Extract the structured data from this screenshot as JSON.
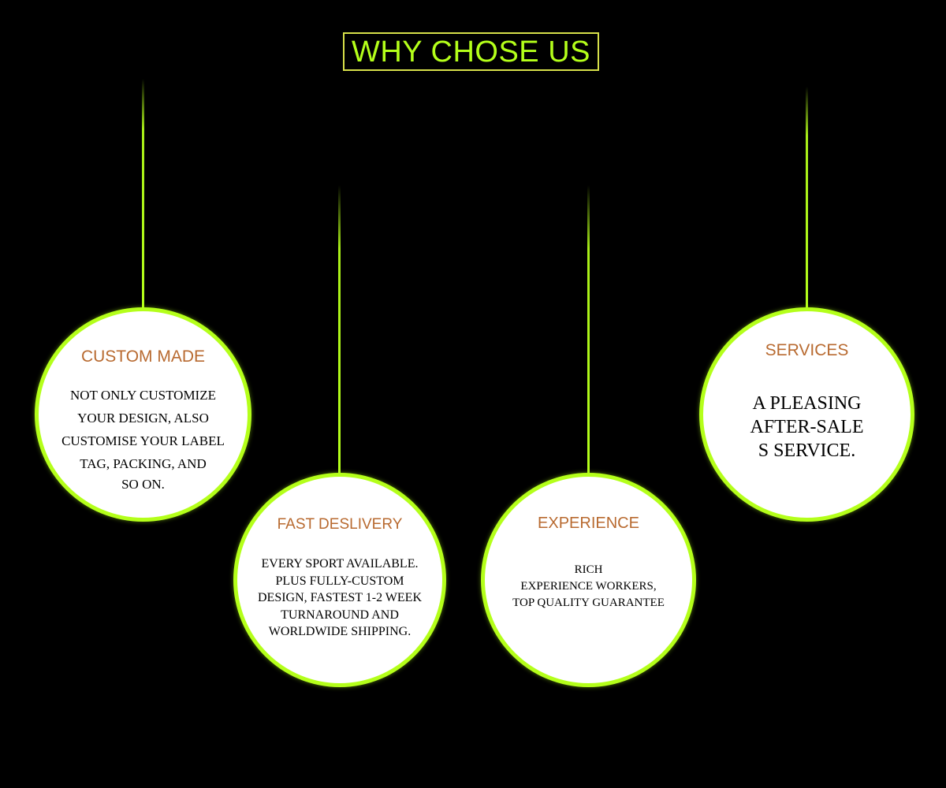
{
  "header": {
    "title": "WHY CHOSE US"
  },
  "colors": {
    "background": "#000000",
    "accent": "#b4ff1a",
    "title_border": "#d7e04a",
    "card_title": "#b86a30"
  },
  "cards": [
    {
      "title": "CUSTOM MADE",
      "lines": [
        "NOT ONLY CUSTOMIZE",
        "YOUR DESIGN, ALSO",
        "CUSTOMISE YOUR LABEL",
        "TAG, PACKING, AND",
        "SO ON."
      ]
    },
    {
      "title": "FAST DESLIVERY",
      "lines": [
        "EVERY SPORT AVAILABLE.",
        "PLUS FULLY-CUSTOM",
        "DESIGN, FASTEST 1-2 WEEK",
        "TURNAROUND AND",
        "WORLDWIDE SHIPPING."
      ]
    },
    {
      "title": "EXPERIENCE",
      "lines": [
        "RICH",
        "EXPERIENCE WORKERS,",
        "TOP QUALITY GUARANTEE"
      ]
    },
    {
      "title": "SERVICES",
      "lines": [
        "A PLEASING",
        "AFTER-SALE",
        "S SERVICE."
      ]
    }
  ]
}
